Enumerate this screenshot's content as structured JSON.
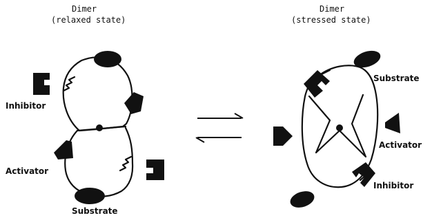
{
  "left": {
    "title_line1": "Dimer",
    "title_line2": "(relaxed state)",
    "inhibitor_label": "Inhibitor",
    "activator_label": "Activator",
    "substrate_label": "Substrate"
  },
  "right": {
    "title_line1": "Dimer",
    "title_line2": "(stressed state)",
    "substrate_label": "Substrate",
    "activator_label": "Activator",
    "inhibitor_label": "Inhibitor"
  },
  "colors": {
    "ink": "#111111",
    "background": "#ffffff"
  }
}
